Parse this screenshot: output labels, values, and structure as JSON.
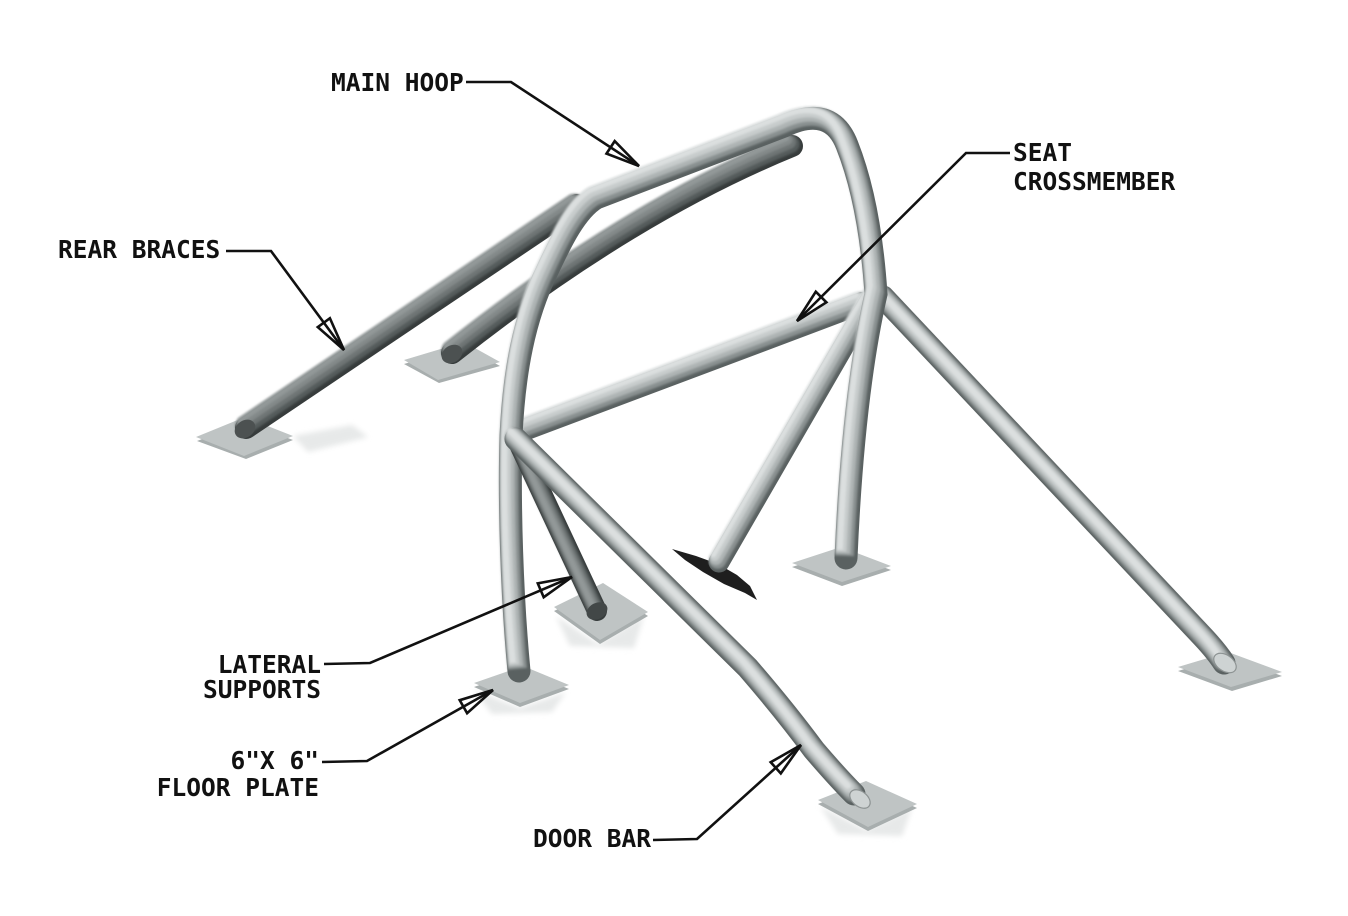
{
  "diagram": {
    "type": "technical-illustration",
    "subject": "8-point roll bar cage isometric drawing with part callouts",
    "background_color": "#ffffff",
    "line_color": "#111111",
    "tube_color_light": "#b3b9b9",
    "tube_color_dark": "#767c7c",
    "plate_color": "#bfc4c4",
    "tunnel_plate_color": "#1e1e1e",
    "labels": {
      "main_hoop": {
        "text": "MAIN HOOP"
      },
      "seat_crossmember": {
        "line1": "SEAT",
        "line2": "CROSSMEMBER"
      },
      "rear_braces": {
        "text": "REAR BRACES"
      },
      "lateral_supports": {
        "line1": "LATERAL",
        "line2": "SUPPORTS"
      },
      "floor_plate": {
        "line1": "6\"X 6\"",
        "line2": "FLOOR PLATE"
      },
      "door_bar": {
        "text": "DOOR BAR"
      }
    },
    "parts": [
      "MAIN HOOP",
      "SEAT CROSSMEMBER",
      "REAR BRACES",
      "LATERAL SUPPORTS",
      "6\"X 6\" FLOOR PLATE",
      "DOOR BAR"
    ]
  }
}
